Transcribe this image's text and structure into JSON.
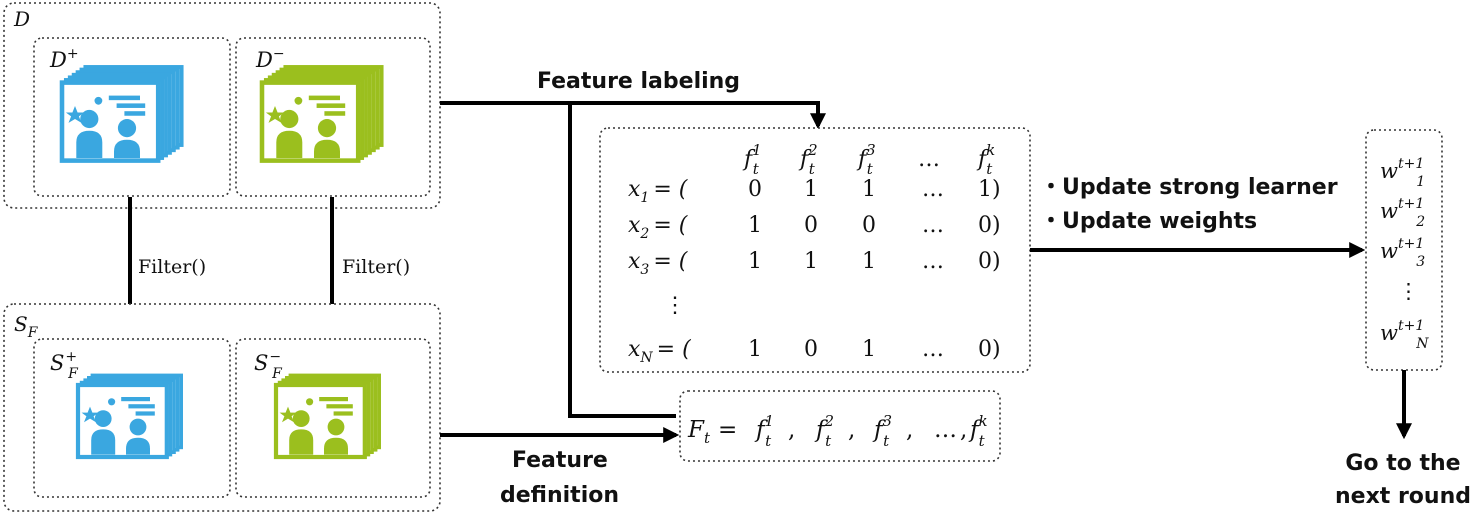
{
  "labels": {
    "D": "D",
    "D_plus": "D",
    "D_plus_sup": "+",
    "D_minus": "D",
    "D_minus_sup": "−",
    "S_F": "S",
    "S_F_sub": "F",
    "S_F_plus": "S",
    "S_F_plus_sup": "+",
    "S_F_plus_sub": "F",
    "S_F_minus": "S",
    "S_F_minus_sup": "−",
    "S_F_minus_sub": "F",
    "filter_left": "Filter()",
    "filter_right": "Filter()",
    "feature_labeling": "Feature labeling",
    "feature_definition_1": "Feature",
    "feature_definition_2": "definition",
    "update_strong": "・Update strong learner",
    "update_weights": "・Update weights",
    "go_next_1": "Go to the",
    "go_next_2": "next round"
  },
  "matrix": {
    "columns": [
      {
        "base": "f",
        "sub": "t",
        "sup": "1"
      },
      {
        "base": "f",
        "sub": "t",
        "sup": "2"
      },
      {
        "base": "f",
        "sub": "t",
        "sup": "3"
      },
      {
        "base": "…",
        "sub": "",
        "sup": ""
      },
      {
        "base": "f",
        "sub": "t",
        "sup": "k"
      }
    ],
    "rows": [
      {
        "var": "x",
        "sub": "1",
        "cells": [
          "0",
          "1",
          "1",
          "…",
          "1)"
        ]
      },
      {
        "var": "x",
        "sub": "2",
        "cells": [
          "1",
          "0",
          "0",
          "…",
          "0)"
        ]
      },
      {
        "var": "x",
        "sub": "3",
        "cells": [
          "1",
          "1",
          "1",
          "…",
          "0)"
        ]
      },
      {
        "var": "x",
        "sub": "N",
        "cells": [
          "1",
          "0",
          "1",
          "…",
          "0)"
        ]
      }
    ],
    "eq": "= (",
    "vdots": "⋮"
  },
  "ft_formula": {
    "lhs": "F",
    "lhs_sub": "t",
    "eq": "=",
    "terms": [
      {
        "base": "f",
        "sub": "t",
        "sup": "1",
        "sep": ","
      },
      {
        "base": "f",
        "sub": "t",
        "sup": "2",
        "sep": ","
      },
      {
        "base": "f",
        "sub": "t",
        "sup": "3",
        "sep": ","
      },
      {
        "base": "…",
        "sub": "",
        "sup": "",
        "sep": ","
      },
      {
        "base": "f",
        "sub": "t",
        "sup": "k",
        "sep": ""
      }
    ]
  },
  "weights": {
    "items": [
      {
        "base": "w",
        "sub": "1",
        "sup": "t+1"
      },
      {
        "base": "w",
        "sub": "2",
        "sup": "t+1"
      },
      {
        "base": "w",
        "sub": "3",
        "sup": "t+1"
      },
      {
        "base": "w",
        "sub": "N",
        "sup": "t+1"
      }
    ],
    "vdots": "⋮"
  },
  "colors": {
    "positive": "#3aa7e0",
    "negative": "#9bbf1e"
  },
  "icons": [
    "profile-card-stack-icon"
  ]
}
